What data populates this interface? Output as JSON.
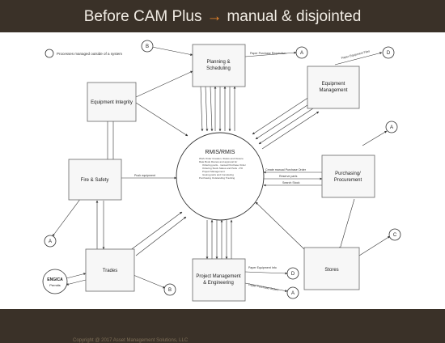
{
  "title": {
    "prefix": "Before CAM Plus",
    "arrow": "→",
    "suffix": "manual & disjointed"
  },
  "footer": {
    "copyright": "Copyright @ 2017 Asset Management Solutions, LLC"
  },
  "legend": {
    "label": "Processes managed outside of a system"
  },
  "center": {
    "title": "RMIS/RMIS",
    "notes": [
      "Work Order Creation, Status and Closure",
      "Rate Book Review and approval for",
      "Ordering parts - manual Purchase Order",
      "Ordering Stock Status and Parts - PO",
      "Project Management",
      "Issuing parts and Completing",
      "Purchasing Outstanding Tracking"
    ]
  },
  "nodes": {
    "planning": {
      "line1": "Planning &",
      "line2": "Scheduling"
    },
    "equipment_integrity": {
      "line1": "Equipment Integrity"
    },
    "equipment_management": {
      "line1": "Equipment",
      "line2": "Management"
    },
    "fire_safety": {
      "line1": "Fire & Safety"
    },
    "purchasing": {
      "line1": "Purchasing/",
      "line2": "Procurement"
    },
    "trades": {
      "line1": "Trades"
    },
    "pm_engineering": {
      "line1": "Project Management",
      "line2": "& Engineering"
    },
    "stores": {
      "line1": "Stores"
    },
    "engica": {
      "line1": "ENGICA",
      "line2": "Permits"
    }
  },
  "connectors": {
    "b_top": "B",
    "a_top": "A",
    "d_top": "D",
    "a_right": "A",
    "c_right": "C",
    "d_bottom": "D",
    "a_bottom": "A",
    "b_bottom": "B",
    "a_left": "A"
  },
  "flow_labels": {
    "cm_purchase_order": "Create manual Purchase Order",
    "reserve_parts": "Reserve parts",
    "search_stock": "Search Stock",
    "push_equipment": "Push equipment",
    "paper_purchase_requisition": "Paper Purchase Requisition",
    "paper_equipment_files": "Paper Equipment Files",
    "paper_purchase_order": "Paper Purchase Orders",
    "paper_equipment_info": "Paper Equipment Info"
  }
}
